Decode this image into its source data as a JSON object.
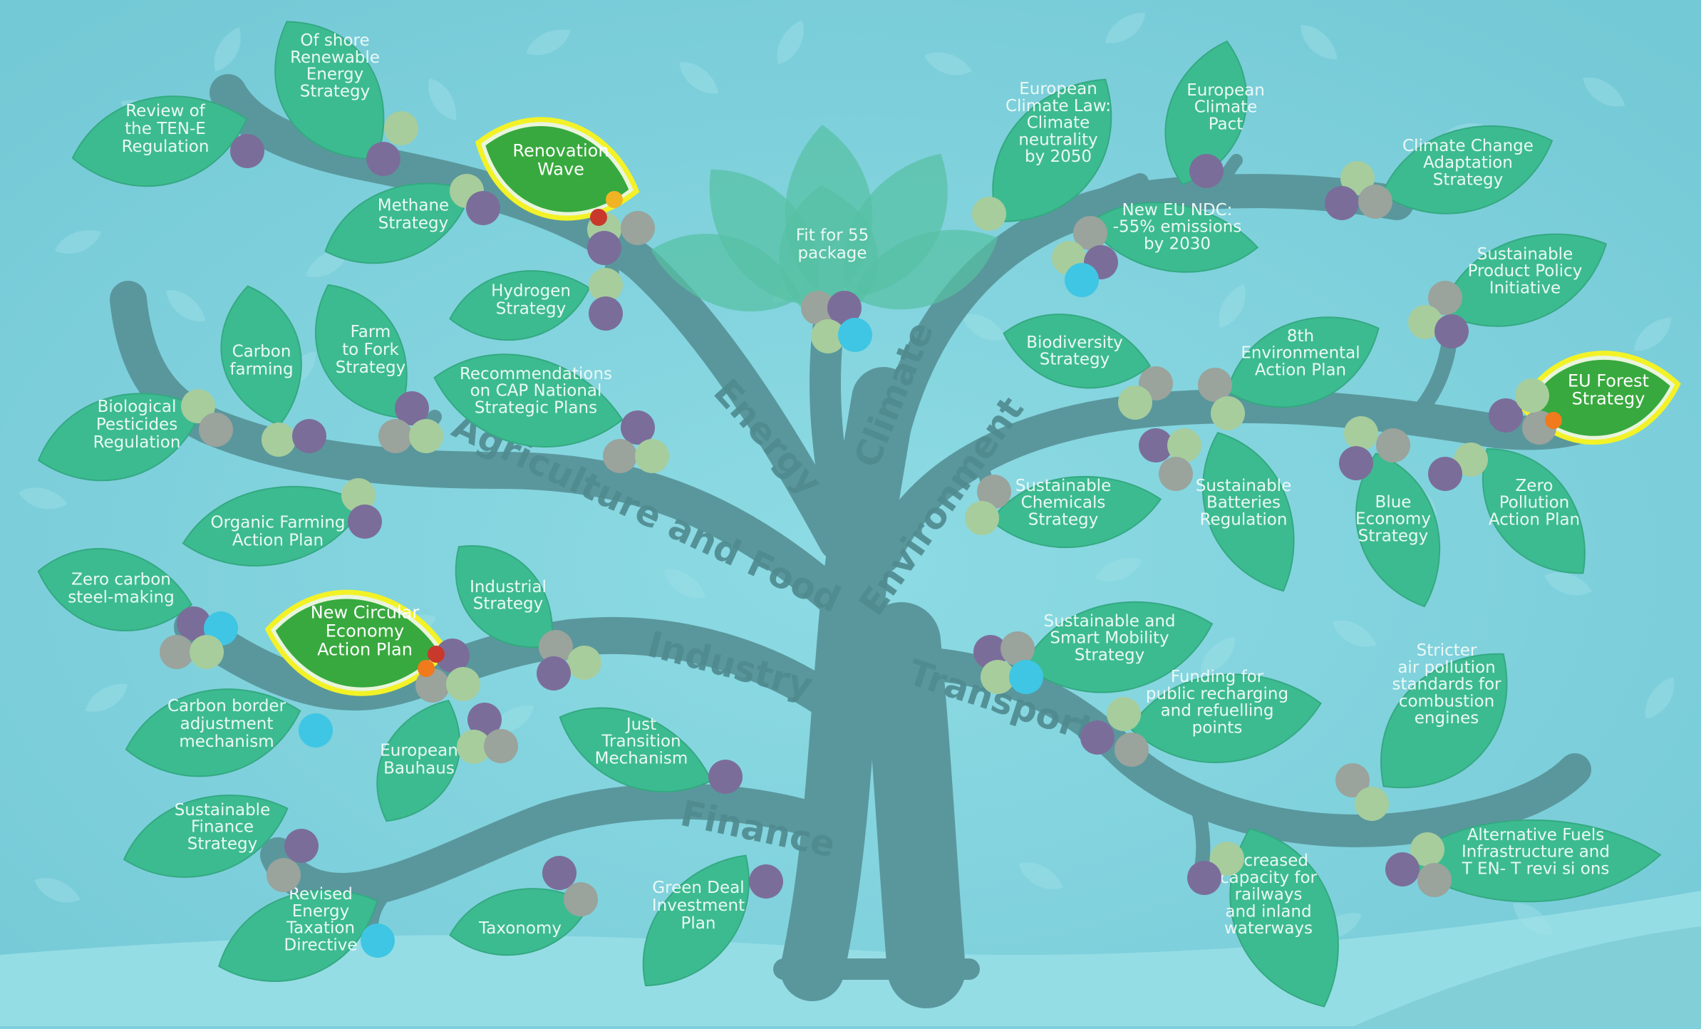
{
  "colors": {
    "background": "#7dd0dc",
    "background_light": "#93dde6",
    "leaf": "#3dbb90",
    "leaf_edge": "#34a982",
    "leaf_highlight": "#38a93e",
    "highlight_ring": "#f2f227",
    "trunk": "#5a979c",
    "ghost_leaf": "#9fe1e6",
    "berry_purple": "#7b6d9a",
    "berry_grey": "#9aa39c",
    "berry_green": "#a7cd9d",
    "berry_cyan": "#3fc6e4"
  },
  "branch_labels": {
    "energy": "Energy",
    "agriculture": "Agriculture and Food",
    "industry": "Industry",
    "finance": "Finance",
    "climate": "Climate",
    "environment": "Environment",
    "transport": "Transport"
  },
  "leaves": [
    {
      "id": "ten-e",
      "lines": [
        "Review of",
        "the TEN-E",
        "Regulation"
      ],
      "highlight": false
    },
    {
      "id": "offshore",
      "lines": [
        "Of shore",
        "Renewable",
        "Energy",
        "Strategy"
      ],
      "highlight": false
    },
    {
      "id": "renovation",
      "lines": [
        "Renovation",
        "Wave"
      ],
      "highlight": true
    },
    {
      "id": "methane",
      "lines": [
        "Methane",
        "Strategy"
      ],
      "highlight": false
    },
    {
      "id": "hydrogen",
      "lines": [
        "Hydrogen",
        "Strategy"
      ],
      "highlight": false
    },
    {
      "id": "fit55",
      "lines": [
        "Fit for 55",
        "package"
      ],
      "highlight": false
    },
    {
      "id": "carbon-farming",
      "lines": [
        "Carbon",
        "farming"
      ],
      "highlight": false
    },
    {
      "id": "farm-fork",
      "lines": [
        "Farm",
        "to Fork",
        "Strategy"
      ],
      "highlight": false
    },
    {
      "id": "cap",
      "lines": [
        "Recommendations",
        "on CAP National",
        "Strategic Plans"
      ],
      "highlight": false
    },
    {
      "id": "pesticides",
      "lines": [
        "Biological",
        "Pesticides",
        "Regulation"
      ],
      "highlight": false
    },
    {
      "id": "organic",
      "lines": [
        "Organic Farming",
        "Action Plan"
      ],
      "highlight": false
    },
    {
      "id": "steel",
      "lines": [
        "Zero carbon",
        "steel-making"
      ],
      "highlight": false
    },
    {
      "id": "circular",
      "lines": [
        "New Circular",
        "Economy",
        "Action Plan"
      ],
      "highlight": true
    },
    {
      "id": "industrial",
      "lines": [
        "Industrial",
        "Strategy"
      ],
      "highlight": false
    },
    {
      "id": "cbam",
      "lines": [
        "Carbon border",
        "adjustment",
        "mechanism"
      ],
      "highlight": false
    },
    {
      "id": "bauhaus",
      "lines": [
        "European",
        "Bauhaus"
      ],
      "highlight": false
    },
    {
      "id": "jtm",
      "lines": [
        "Just",
        "Transition",
        "Mechanism"
      ],
      "highlight": false
    },
    {
      "id": "sust-finance",
      "lines": [
        "Sustainable",
        "Finance",
        "Strategy"
      ],
      "highlight": false
    },
    {
      "id": "taxonomy",
      "lines": [
        "Taxonomy"
      ],
      "highlight": false
    },
    {
      "id": "greendeal-inv",
      "lines": [
        "Green Deal",
        "Investment",
        "Plan"
      ],
      "highlight": false
    },
    {
      "id": "energy-tax",
      "lines": [
        "Revised",
        "Energy",
        "Taxation",
        "Directive"
      ],
      "highlight": false
    },
    {
      "id": "climate-law",
      "lines": [
        "European",
        "Climate Law:",
        "Climate",
        "neutrality",
        "by 2050"
      ],
      "highlight": false
    },
    {
      "id": "climate-pact",
      "lines": [
        "European",
        "Climate",
        "Pact"
      ],
      "highlight": false
    },
    {
      "id": "adaptation",
      "lines": [
        "Climate Change",
        "Adaptation",
        "Strategy"
      ],
      "highlight": false
    },
    {
      "id": "ndc",
      "lines": [
        "New EU NDC:",
        "-55% emissions",
        "by 2030"
      ],
      "highlight": false
    },
    {
      "id": "sppi",
      "lines": [
        "Sustainable",
        "Product Policy",
        "Initiative"
      ],
      "highlight": false
    },
    {
      "id": "biodiversity",
      "lines": [
        "Biodiversity",
        "Strategy"
      ],
      "highlight": false
    },
    {
      "id": "8eap",
      "lines": [
        "8th",
        "Environmental",
        "Action Plan"
      ],
      "highlight": false
    },
    {
      "id": "forest",
      "lines": [
        "EU Forest",
        "Strategy"
      ],
      "highlight": true
    },
    {
      "id": "chemicals",
      "lines": [
        "Sustainable",
        "Chemicals",
        "Strategy"
      ],
      "highlight": false
    },
    {
      "id": "batteries",
      "lines": [
        "Sustainable",
        "Batteries",
        "Regulation"
      ],
      "highlight": false
    },
    {
      "id": "blue-economy",
      "lines": [
        "Blue",
        "Economy",
        "Strategy"
      ],
      "highlight": false
    },
    {
      "id": "zero-pollution",
      "lines": [
        "Zero",
        "Pollution",
        "Action Plan"
      ],
      "highlight": false
    },
    {
      "id": "mobility",
      "lines": [
        "Sustainable and",
        "Smart Mobility",
        "Strategy"
      ],
      "highlight": false
    },
    {
      "id": "recharging",
      "lines": [
        "Funding for",
        "public recharging",
        "and refuelling",
        "points"
      ],
      "highlight": false
    },
    {
      "id": "air-pollution",
      "lines": [
        "Stricter",
        "air pollution",
        "standards for",
        "combustion",
        "engines"
      ],
      "highlight": false
    },
    {
      "id": "afir",
      "lines": [
        "Alternative Fuels",
        "Infrastructure and",
        "T EN- T revi si ons"
      ],
      "highlight": false
    },
    {
      "id": "railways",
      "lines": [
        "Increased",
        "capacity for",
        "railways",
        "and inland",
        "waterways"
      ],
      "highlight": false
    }
  ]
}
